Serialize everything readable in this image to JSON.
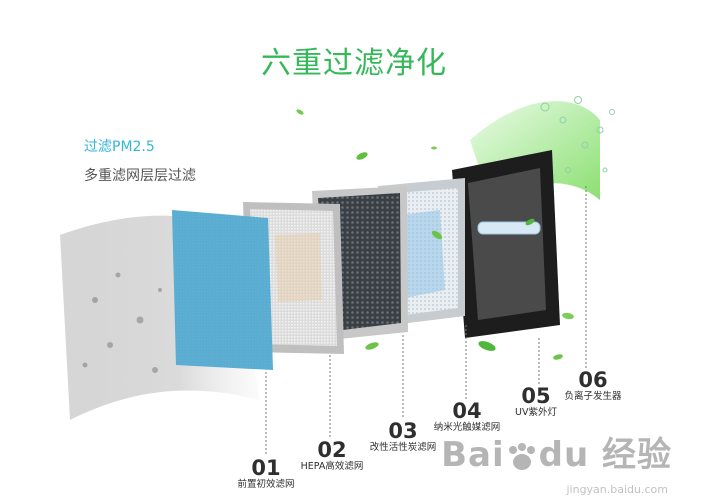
{
  "page": {
    "title": "六重过滤净化",
    "subtitle1": "过滤PM2.5",
    "subtitle2": "多重滤网层层过滤"
  },
  "layers": [
    {
      "num": "01",
      "label": "前置初效滤网"
    },
    {
      "num": "02",
      "label": "HEPA高效滤网"
    },
    {
      "num": "03",
      "label": "改性活性炭滤网"
    },
    {
      "num": "04",
      "label": "纳米光触媒滤网"
    },
    {
      "num": "05",
      "label": "UV紫外灯"
    },
    {
      "num": "06",
      "label": "负离子发生器"
    }
  ],
  "watermark": {
    "text1": "Bai",
    "text2": "du",
    "text3": "经验",
    "site": "jingyan.baidu.com"
  },
  "colors": {
    "title_green": "#35b85a",
    "blue_filter": "#3ea3cf",
    "accent_cyan": "#33b6d8"
  },
  "icons": [
    "leaf-icon",
    "bubble-icon",
    "baidu-paw-icon",
    "uv-lamp-icon"
  ]
}
